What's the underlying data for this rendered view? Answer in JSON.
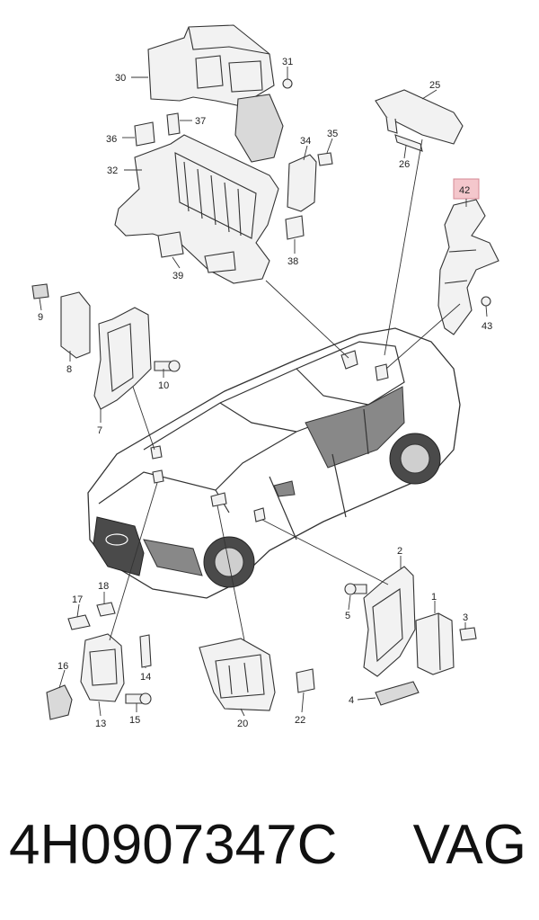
{
  "callouts": {
    "c1": "1",
    "c2": "2",
    "c3": "3",
    "c4": "4",
    "c5": "5",
    "c7": "7",
    "c8": "8",
    "c9": "9",
    "c10": "10",
    "c13": "13",
    "c14": "14",
    "c15": "15",
    "c16": "16",
    "c17": "17",
    "c18": "18",
    "c20": "20",
    "c22": "22",
    "c25": "25",
    "c26": "26",
    "c30": "30",
    "c31": "31",
    "c32": "32",
    "c34": "34",
    "c35": "35",
    "c36": "36",
    "c37": "37",
    "c38": "38",
    "c39": "39",
    "c42": "42",
    "c43": "43"
  },
  "highlight_color": "#f4c7cc",
  "footer": {
    "part_number": "4H0907347C",
    "brand": "VAG"
  }
}
